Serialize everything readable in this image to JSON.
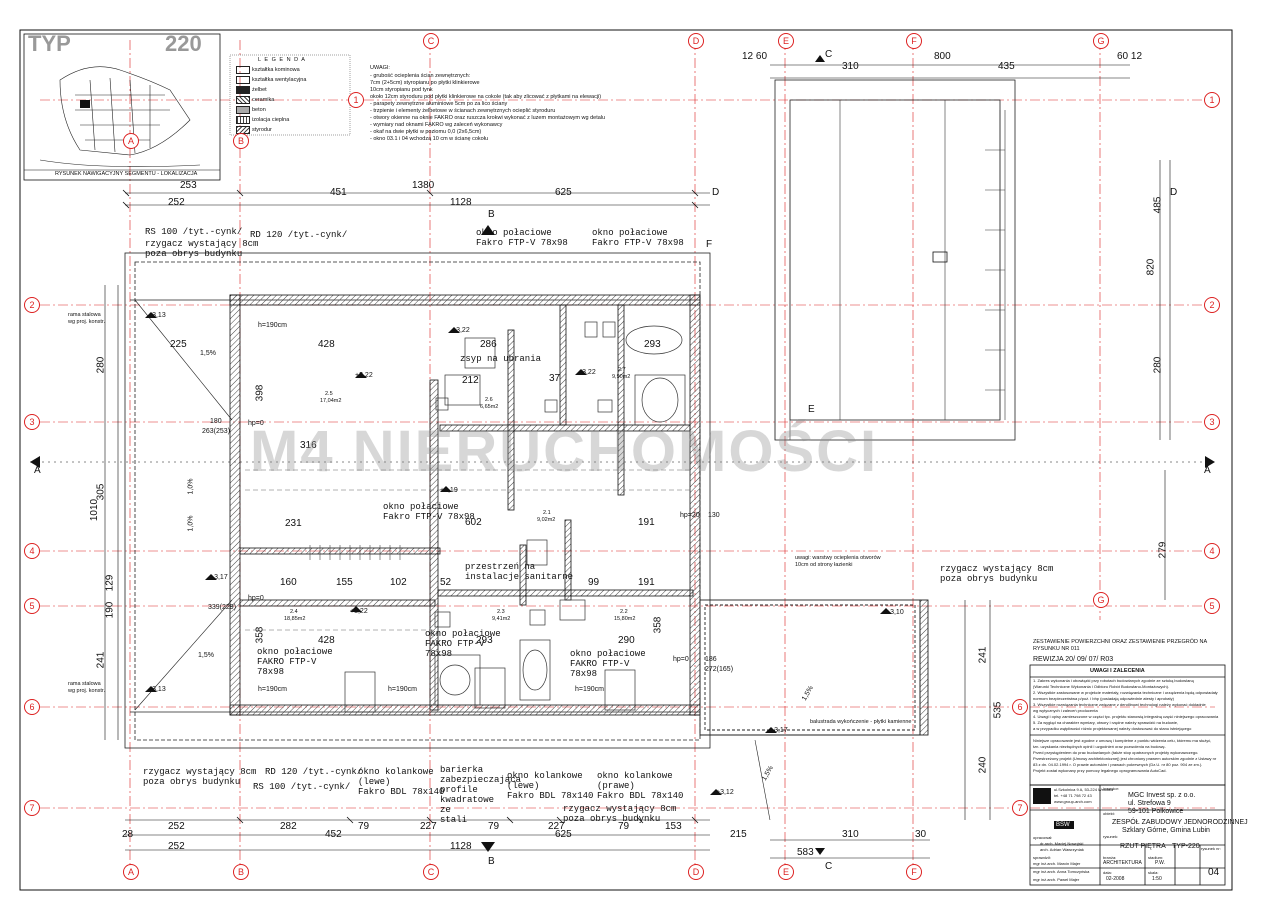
{
  "header": {
    "typ_label": "TYP",
    "typ_number": "220"
  },
  "legend": {
    "title": "L E G E N D A",
    "items": [
      "kształtka kominowa",
      "kształtka wentylacyjna",
      "żelbet",
      "ceramika",
      "beton",
      "izolacja cieplna",
      "styrodur"
    ],
    "caption": "RYSUNEK NAWIGACYJNY SEGMENTU - LOKALIZACJA"
  },
  "notes": {
    "title": "UWAGI:",
    "lines": [
      "- grubość ocieplenia ścian zewnętrznych:",
      "  7cm (2+5cm) styropianu po płytki klinkierowe",
      "  10cm styropianu pod tynk",
      "  około 12cm styroduru pod płytki klinkierowe na cokole (tak aby zlicować z płytkami na elewacji)",
      "- parapety zewnętrzne aluminiowe 5cm po za lico ściany",
      "- trzpienie i elementy żelbetowe w ścianach zewnętrznych ocieplić styroduru",
      "- otwory okienne na oknie FAKRO oraz ruszcza krokwi wykonać z luzem montażowym wg detalu",
      "- wymiary nad oknami FAKRO wg zaleceń wykonawcy",
      "- okaf na dwie płytki w poziomu 0,0 (2x6,5cm)",
      "- okno 03.1 i 04 wchodzą 10 cm w ścianę cokołu"
    ]
  },
  "grid": {
    "columns": [
      "A",
      "B",
      "C",
      "D",
      "E",
      "F",
      "G"
    ],
    "rows": [
      "1",
      "2",
      "3",
      "4",
      "5",
      "6",
      "7"
    ]
  },
  "dimensions": {
    "top_overall": "1380",
    "top_a": "253",
    "top_b": "451",
    "top_c": "625",
    "top_d": "252",
    "top_e": "1128",
    "top_right_a": "12 60",
    "top_right_b": "310",
    "top_right_c": "800",
    "top_right_d": "435",
    "top_right_e": "60 12",
    "bottom_a": "252",
    "bottom_b": "282",
    "bottom_c": "79",
    "bottom_d": "227",
    "bottom_e": "79",
    "bottom_f": "227",
    "bottom_g": "79",
    "bottom_h": "153",
    "bottom_i": "28",
    "bottom_j": "452",
    "bottom_k": "625",
    "bottom_l": "252",
    "bottom_m": "1128",
    "bottom_n": "215",
    "bottom_o": "310",
    "bottom_p": "30",
    "bottom_q": "583",
    "left_a": "1010",
    "left_b": "305",
    "left_c": "280",
    "left_d": "241",
    "left_e": "190",
    "left_f": "129",
    "right_a": "485",
    "right_b": "820",
    "right_c": "280",
    "right_d": "279",
    "right_e": "535",
    "right_f": "240",
    "right_g": "241"
  },
  "annotations": {
    "rs100_top": "RS 100 /tyt.-cynk/",
    "rzygacz_top": "rzygacz wystający 8cm",
    "poza_obrys_top": "poza obrys budynku",
    "rd120_top": "RD 120 /tyt.-cynk/",
    "okno_top_1": "okno połaciowe",
    "okno_top_1b": "Fakro FTP-V   78x98",
    "okno_top_2": "okno połaciowe",
    "okno_top_2b": "Fakro FTP-V   78x98",
    "h190_top": "h=190cm",
    "h190_a": "h=190cm",
    "h190_b": "h=190cm",
    "h190_c": "h=190cm",
    "hp0_a": "hp=0",
    "hp0_b": "hp=0",
    "hp0_c": "hp=0",
    "hp20": "hp=20",
    "zsyp": "zsyp na ubrania",
    "okno_mid": "okno połaciowe",
    "okno_mid_b": "Fakro FTP-V   78x98",
    "przestrzen": "przestrzeń na",
    "przestrzen_b": "instalacje sanitarne",
    "okno_l": "okno połaciowe",
    "okno_lb": "FAKRO FTP-V",
    "okno_lc": "78x98",
    "okno_c": "okno połaciowe",
    "okno_cb": "FAKRO FTP-V",
    "okno_cc": "78x98",
    "okno_r": "okno połaciowe",
    "okno_rb": "FAKRO FTP-V",
    "okno_rc": "78x98",
    "rzygacz_right": "rzygacz wystający 8cm",
    "poza_right": "poza obrys budynku",
    "rzygacz_bl": "rzygacz wystający 8cm",
    "poza_bl": "poza obrys budynku",
    "rd120_b": "RD 120 /tyt.-cynk/",
    "rs100_b": "RS 100 /tyt.-cynk/",
    "okno_kol_1": "okno kolankowe",
    "okno_kol_1b": "(lewe)",
    "okno_kol_1c": "Fakro BDL   78x140",
    "barierka": "barierka",
    "barierka_b": "zabezpieczająca",
    "barierka_c": "profile",
    "barierka_d": "kwadratowe",
    "barierka_e": "ze",
    "barierka_f": "stali",
    "okno_kol_2": "okno kolankowe",
    "okno_kol_2b": "(lewe)",
    "okno_kol_2c": "Fakro BDL   78x140",
    "okno_kol_3": "okno kolankowe",
    "okno_kol_3b": "(prawe)",
    "okno_kol_3c": "Fakro BDL   78x140",
    "rzygacz_bc": "rzygacz wystający 8cm",
    "poza_bc": "poza obrys budynku",
    "rama_top": "rama stalowa",
    "rama_top_b": "wg proj. konstr.",
    "rama_bot": "rama stalowa",
    "rama_bot_b": "wg proj. konstr.",
    "docieplenie": "uwagi: warstwy ocieplenia otworów",
    "docieplenie_b": "10cm od strony łazienki",
    "balustrada": "balustrada wykończenie - płytki kamienne",
    "lev_322_a": "+3,22",
    "lev_322_b": "+3,22",
    "lev_322_c": "+3,22",
    "lev_322_d": "+3,22",
    "lev_313_a": "+3,13",
    "lev_313_b": "+3,13",
    "lev_319": "+3,19",
    "lev_317_a": "+3,17",
    "lev_317_b": "+3,17",
    "lev_310": "+3,10",
    "lev_312": "+3,12",
    "room_25": "2.5",
    "room_25a": "17,04m2",
    "room_26": "2.6",
    "room_26a": "6,65m2",
    "room_27": "2.7",
    "room_27a": "9,90m2",
    "room_21": "2.1",
    "room_21a": "9,02m2",
    "room_24": "2.4",
    "room_24a": "18,85m2",
    "room_23": "2.3",
    "room_23a": "9,41m2",
    "room_22": "2.2",
    "room_22a": "15,80m2",
    "d_428_a": "428",
    "d_428_b": "428",
    "d_398": "398",
    "d_316": "316",
    "d_602": "602",
    "d_231": "231",
    "d_160": "160",
    "d_155": "155",
    "d_102": "102",
    "d_52": "52",
    "d_37": "37",
    "d_99": "99",
    "d_191_a": "191",
    "d_191_b": "191",
    "d_293_a": "293",
    "d_293_b": "293",
    "d_290": "290",
    "d_358_a": "358",
    "d_358_b": "358",
    "d_225": "225",
    "d_180": "180",
    "d_263": "263(253)",
    "d_339": "339(229)",
    "d_186": "186",
    "d_272": "272(165)",
    "d_286": "286",
    "d_212": "212",
    "d_130": "130",
    "slope_15a": "1,5%",
    "slope_15b": "1,5%",
    "slope_10a": "1,0%",
    "slope_10b": "1,0%",
    "slope_15c": "1,5%",
    "slope_15d": "1,5%"
  },
  "titleblock": {
    "zestawienie": "ZESTAWIENIE POWIERZCHNI ORAZ ZESTAWIENIE PRZEGRÓD NA",
    "zestawienie_b": "RYSUNKU NR 011",
    "rewizja": "REWIZJA  20/ 09/ 07/  R03",
    "uwagi_title": "UWAGI I ZALECENIA",
    "uwagi_lines": [
      "1. Zakres wykonania i obowiązki przy robotach budowlanych zgodnie ze sztuką budowlaną",
      "   (Warunki Techniczne Wykonania i Odbioru Robót Budowlano-Montażowych).",
      "2. Wszystkie zastosowane w projekcie materiały, rozwiązania techniczne i urządzenia będą odpowiadały",
      "   normom bezpieczeństwa p/poż. i bhp (posiadają odpowiednie atesty i aprobaty)",
      "3. Wszystkie rozwiązania techniczne zwięzane z dendlinowi technologi należy wykonać dokładnie",
      "   wg wytycznych i zaleceń producenta",
      "4. Uwagi i opisy zamieszczone w części tyc. projektu stanowią integralną część niniejszego opracowania",
      "5. Za wygląd na charakter wymiary, otwory i rzędne należy sprawdzić na budowie,",
      "   a w przypadku wątpliwości różnic projektowanej należy dostosować do stanu istniejącego"
    ],
    "legal_lines": [
      "Niniejsze opracowanie jest zgodne z umową  i kompletne z punktu widzenia celu, któremu ma służyć,",
      "tzn. uzyskania niezbędnych opinii i uzgodnień oraz pozwolenia na budowę.",
      "Przed przystąpieniem do prac budowlanych (także stop opatrzonych projekty wykonawczego.",
      "Przestrzeżony projekt (Umowy architektonicznej) jest chroniony prawem autorskim zgodnie z Ustawy nr",
      "83 z dn. 04.02.1994 r. O prawie autorskim i prawach pokrewnych (Dz.U. nr 80 poz. 904 ze zm.).",
      "Projekt został wykonany przy pomocy legalnego oprogramowania AutoCad."
    ],
    "investor_label": "inwestor:",
    "investor": "MGC Invest sp. z o.o.",
    "investor_b": "ul. Strefowa 9",
    "investor_c": "59-101 Polkowice",
    "object_label": "obiekt:",
    "object": "ZESPÓŁ ZABUDOWY JEDNORODZINNEJ",
    "object_b": "Szklary Górne, Gmina Lubin",
    "drawing_label": "rysunek:",
    "drawing": "RZUT PIĘTRA",
    "drawing_type": "TYP-220",
    "drawing_no_label": "rysunek nr:",
    "drawing_no": "04",
    "branza_label": "branża:",
    "branza": "ARCHITEKTURA",
    "stadium_label": "stadium:",
    "stadium": "P.W.",
    "data_label": "data:",
    "data": "02-2008",
    "skala_label": "skala:",
    "skala": "1:50",
    "designers": [
      "dr arch. Maciej Nowojski",
      "arch. Adrian Wawrzyniak"
    ],
    "checkers": [
      "mgr inż.arch. Marcin Majer",
      "mgr inż.arch. Anna Tomczyńska",
      "mgr inż.arch. Paweł Majer"
    ],
    "opracowal": "opracował:",
    "sprawdzil": "sprawdził:",
    "company": "ul.Szkolnica 9 A, 53-224 Wrocław",
    "company_b": "tel. +48 71 798 72 43",
    "company_c": "www.group-arch.com",
    "bsw": "BSW"
  },
  "watermark": "M4 NIERUCHOMOŚCI"
}
